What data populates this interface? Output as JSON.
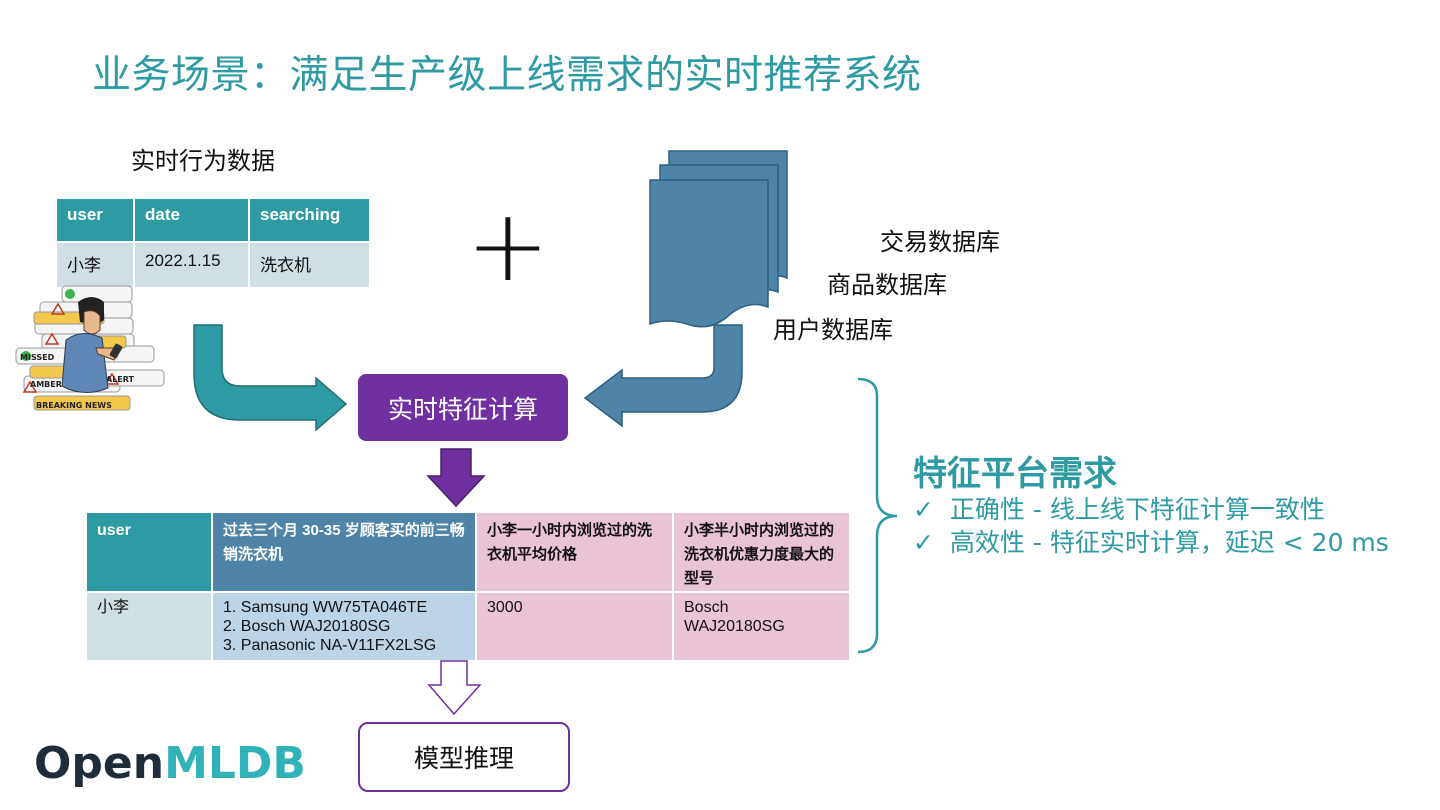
{
  "title": "业务场景：满足生产级上线需求的实时推荐系统",
  "realtime_label": "实时行为数据",
  "realtime_table": {
    "headers": [
      "user",
      "date",
      "searching"
    ],
    "row": [
      "小李",
      "2022.1.15",
      "洗衣机"
    ]
  },
  "plus": "+",
  "databases": [
    "交易数据库",
    "商品数据库",
    "用户数据库"
  ],
  "compute_box": "实时特征计算",
  "feature_table": {
    "headers": [
      "user",
      "过去三个月 30-35 岁顾客买的前三畅销洗衣机",
      "小李一小时内浏览过的洗衣机平均价格",
      "小李半小时内浏览过的洗衣机优惠力度最大的型号"
    ],
    "row": {
      "user": "小李",
      "top3": [
        "1. Samsung WW75TA046TE",
        "2. Bosch WAJ20180SG",
        "3. Panasonic NA-V11FX2LSG"
      ],
      "avg_price": "3000",
      "best_deal": [
        "Bosch",
        "WAJ20180SG"
      ]
    }
  },
  "model_box": "模型推理",
  "requirements": {
    "title": "特征平台需求",
    "items": [
      "正确性 - 线上线下特征计算一致性",
      "高效性 - 特征实时计算，延迟 < 20 ms"
    ]
  },
  "logo": {
    "part1": "Open",
    "part2": "MLDB"
  },
  "colors": {
    "teal": "#2e9aa3",
    "purple": "#7030a0",
    "steel_blue": "#4e84a7",
    "pink": "#e9c3d6"
  }
}
